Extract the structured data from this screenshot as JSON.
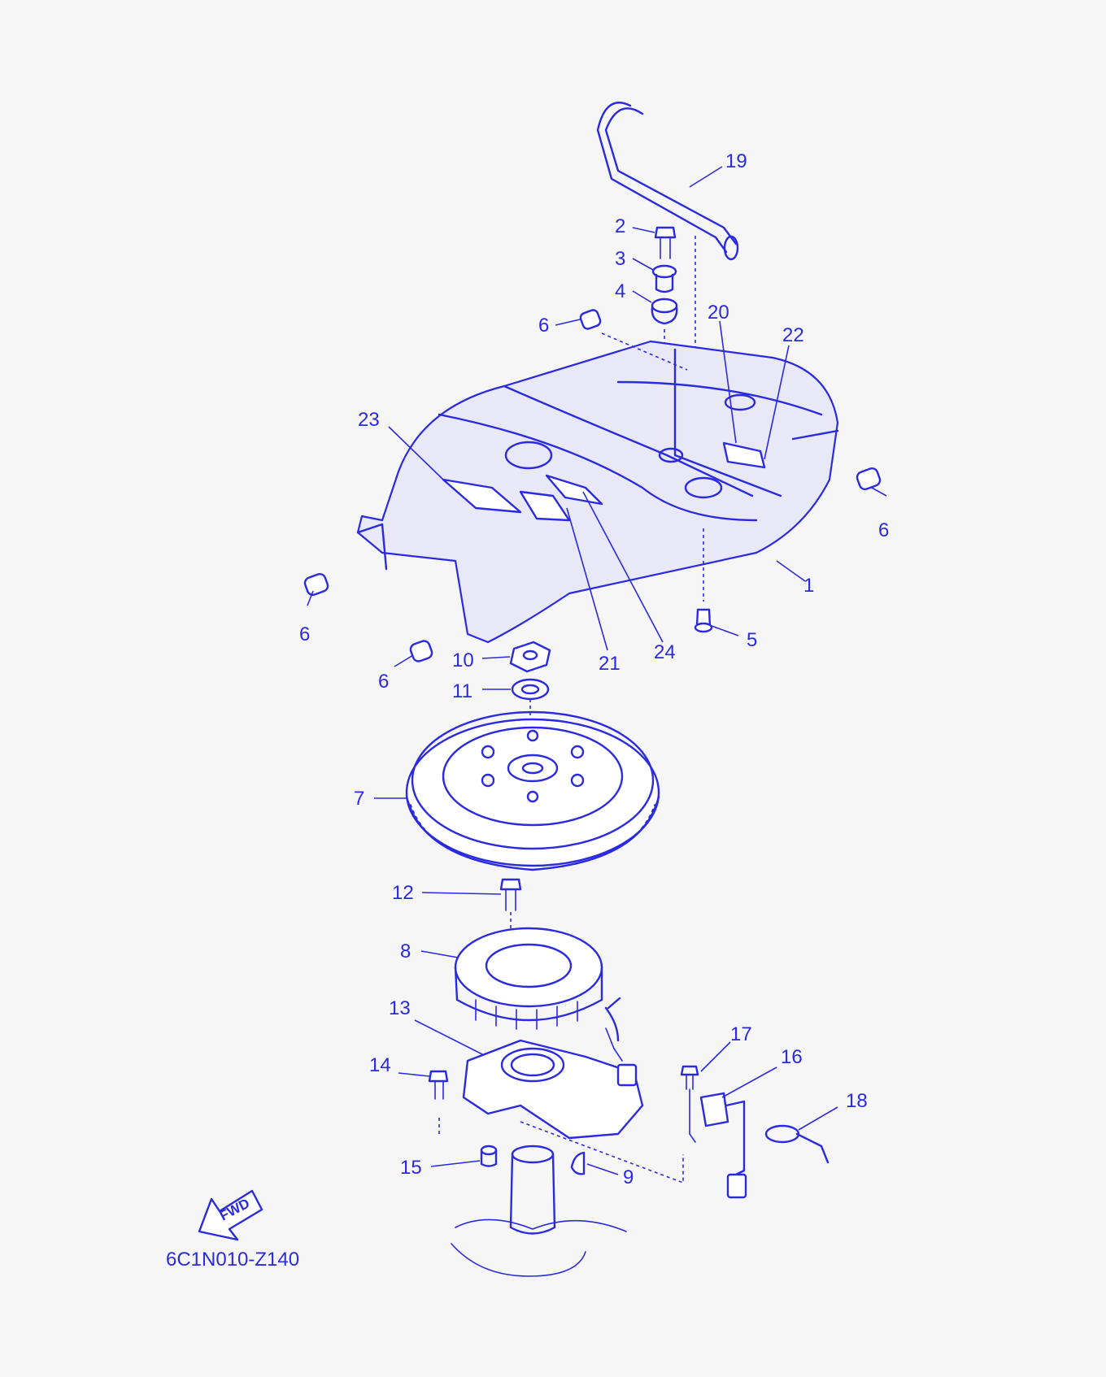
{
  "diagram": {
    "code": "6C1N010-Z140",
    "fwd_label": "FWD",
    "accent_color": "#2a2ae0",
    "callouts": [
      "19",
      "2",
      "3",
      "4",
      "20",
      "22",
      "6",
      "6",
      "23",
      "6",
      "1",
      "6",
      "5",
      "10",
      "11",
      "21",
      "24",
      "6",
      "7",
      "12",
      "8",
      "13",
      "17",
      "16",
      "14",
      "18",
      "15",
      "9"
    ]
  }
}
